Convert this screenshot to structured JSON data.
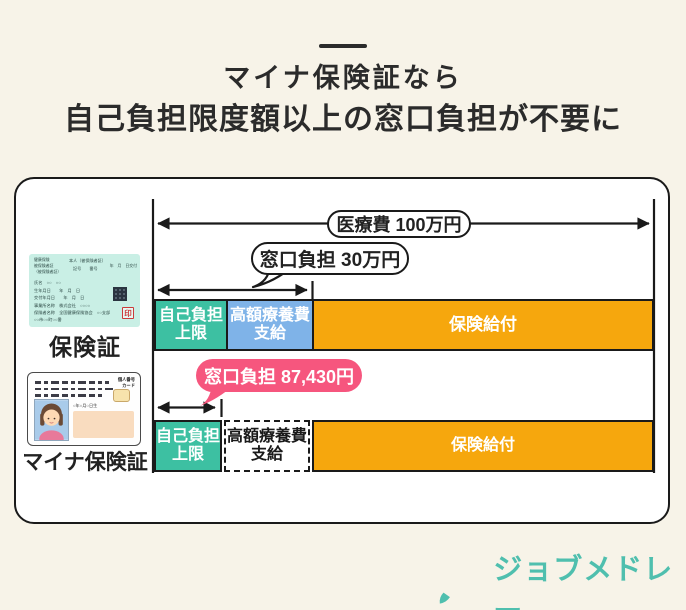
{
  "palette": {
    "background": "#F7F3E8",
    "ink": "#1A1A1A",
    "teal": "#3DC0A2",
    "blue": "#7FB3E8",
    "orange": "#F6A70D",
    "pink": "#F6567E",
    "logo_teal": "#4FBFAE",
    "hoken_card_bg": "#C9EFE5"
  },
  "title": {
    "line1": "マイナ保険証なら",
    "line2": "自己負担限度額以上の窓口負担が不要に"
  },
  "diagram": {
    "medical_total_label": "医療費 100万円",
    "rows": [
      {
        "card_label": "保険証",
        "bubble_label": "窓口負担 30万円",
        "seg_limit_l1": "自己負担",
        "seg_limit_l2": "上限",
        "seg_subsidy_l1": "高額療養費",
        "seg_subsidy_l2": "支給",
        "seg_benefit": "保険給付"
      },
      {
        "card_label": "マイナ保険証",
        "bubble_label": "窓口負担 87,430円",
        "seg_limit_l1": "自己負担",
        "seg_limit_l2": "上限",
        "seg_subsidy_l1": "高額療養費",
        "seg_subsidy_l2": "支給",
        "seg_benefit": "保険給付"
      }
    ]
  },
  "hokensho_card": {
    "rows": [
      "健康保険",
      "被保険者証",
      "（被保険者証）",
      "本人（被保険者証）",
      "記号　　番号",
      "年　月　日交付",
      "氏名　○○　○○",
      "生年月日　　年　月　日",
      "交付年月日　　年　月　日",
      "事業所名称　株式会社　○○○○",
      "保険者名称　全国健康保険協会　○○支部",
      "○○市○○町○○番"
    ],
    "stamp": "印"
  },
  "myna_card": {
    "corner_line1": "個人番号",
    "corner_line2": "カード",
    "dob_line": "○年○月○日生"
  },
  "logo": {
    "text": "ジョブメドレー"
  }
}
